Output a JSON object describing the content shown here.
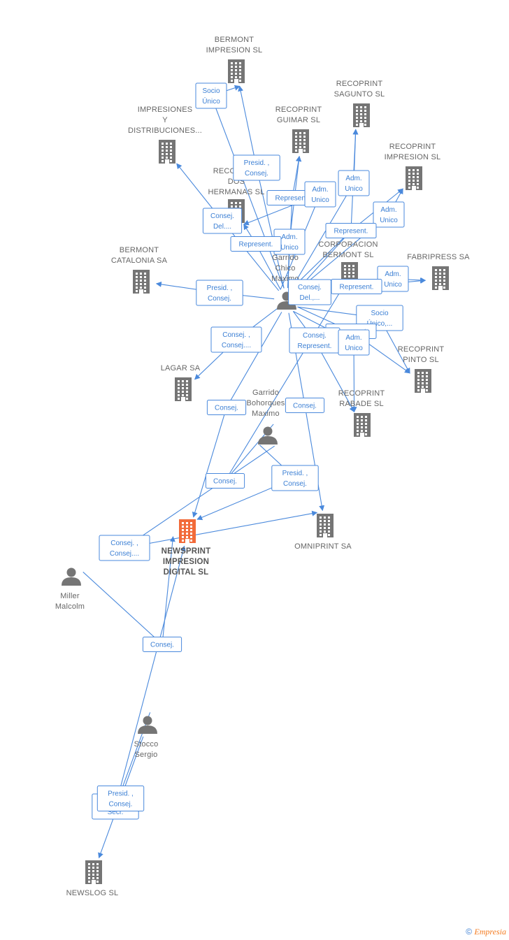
{
  "colors": {
    "edge": "#4a89dc",
    "building": "#757575",
    "building_main": "#f26b3a",
    "person": "#757575",
    "label": "#666666"
  },
  "footer": {
    "copyright": "©",
    "brand_initial": "E",
    "brand_rest": "mpresia"
  },
  "nodes": [
    {
      "id": "bermont_impresion",
      "kind": "company",
      "lines": [
        "BERMONT",
        "IMPRESION SL"
      ]
    },
    {
      "id": "recoprint_sagunto",
      "kind": "company",
      "lines": [
        "RECOPRINT",
        "SAGUNTO SL"
      ]
    },
    {
      "id": "impresiones_dist",
      "kind": "company",
      "lines": [
        "IMPRESIONES",
        "Y",
        "DISTRIBUCIONES..."
      ]
    },
    {
      "id": "recoprint_guimar",
      "kind": "company",
      "lines": [
        "RECOPRINT",
        "GUIMAR SL"
      ]
    },
    {
      "id": "recoprint_impresion",
      "kind": "company",
      "lines": [
        "RECOPRINT",
        "IMPRESION SL"
      ]
    },
    {
      "id": "recoprint_dos",
      "kind": "company",
      "lines": [
        "RECOPRINT",
        "DOS",
        "HERMANAS SL"
      ]
    },
    {
      "id": "bermont_catalonia",
      "kind": "company",
      "lines": [
        "BERMONT",
        "CATALONIA SA"
      ]
    },
    {
      "id": "corporacion_bermont",
      "kind": "company",
      "lines": [
        "CORPORACION",
        "BERMONT SL"
      ]
    },
    {
      "id": "fabripress",
      "kind": "company",
      "lines": [
        "FABRIPRESS SA"
      ]
    },
    {
      "id": "recoprint_pinto",
      "kind": "company",
      "lines": [
        "RECOPRINT",
        "PINTO SL"
      ]
    },
    {
      "id": "lagar",
      "kind": "company",
      "lines": [
        "LAGAR SA"
      ]
    },
    {
      "id": "recoprint_rabade",
      "kind": "company",
      "lines": [
        "RECOPRINT",
        "RABADE SL"
      ]
    },
    {
      "id": "omniprint",
      "kind": "company",
      "lines": [
        "OMNIPRINT SA"
      ]
    },
    {
      "id": "newsprint",
      "kind": "main",
      "lines": [
        "NEWSPRINT",
        "IMPRESION",
        "DIGITAL SL"
      ]
    },
    {
      "id": "newslog",
      "kind": "company",
      "lines": [
        "NEWSLOG SL"
      ]
    },
    {
      "id": "garrido_chico",
      "kind": "person",
      "lines": [
        "Garrido",
        "Chico",
        "Maximo"
      ]
    },
    {
      "id": "garrido_bohorques",
      "kind": "person",
      "lines": [
        "Garrido",
        "Bohorques",
        "Maximo"
      ]
    },
    {
      "id": "miller",
      "kind": "person",
      "lines": [
        "Miller",
        "Malcolm"
      ]
    },
    {
      "id": "stocco",
      "kind": "person",
      "lines": [
        "Stocco",
        "Sergio"
      ]
    }
  ],
  "edges": [
    {
      "from": "garrido_chico",
      "to": "bermont_impresion",
      "label": [
        "Presid. ,",
        "Consej."
      ]
    },
    {
      "from": "garrido_chico",
      "to": "bermont_impresion",
      "label": [
        "Socio",
        "Único"
      ]
    },
    {
      "from": "garrido_chico",
      "to": "impresiones_dist",
      "label": [
        "Consej.",
        "Del...."
      ]
    },
    {
      "from": "garrido_chico",
      "to": "recoprint_guimar",
      "label": [
        "Represent."
      ]
    },
    {
      "from": "garrido_chico",
      "to": "recoprint_guimar",
      "label": [
        "Adm.",
        "Unico"
      ]
    },
    {
      "from": "garrido_chico",
      "to": "recoprint_sagunto",
      "label": [
        "Adm.",
        "Unico"
      ]
    },
    {
      "from": "garrido_chico",
      "to": "recoprint_sagunto",
      "label": [
        "Represent."
      ]
    },
    {
      "from": "garrido_chico",
      "to": "recoprint_impresion",
      "label": [
        "Adm.",
        "Unico"
      ]
    },
    {
      "from": "garrido_chico",
      "to": "recoprint_impresion",
      "label": [
        "Represent."
      ]
    },
    {
      "from": "garrido_chico",
      "to": "recoprint_dos",
      "label": [
        "Represent."
      ]
    },
    {
      "from": "garrido_chico",
      "to": "recoprint_dos",
      "label": [
        "Adm.",
        "Unico"
      ]
    },
    {
      "from": "garrido_chico",
      "to": "bermont_catalonia",
      "label": [
        "Presid. ,",
        "Consej."
      ]
    },
    {
      "from": "garrido_chico",
      "to": "corporacion_bermont",
      "label": [
        "Consej.",
        "Del.,..."
      ]
    },
    {
      "from": "garrido_chico",
      "to": "fabripress",
      "label": [
        "Adm.",
        "Unico"
      ]
    },
    {
      "from": "garrido_chico",
      "to": "fabripress",
      "label": [
        "Represent."
      ]
    },
    {
      "from": "garrido_chico",
      "to": "recoprint_pinto",
      "label": [
        "Socio",
        "Único,..."
      ]
    },
    {
      "from": "garrido_chico",
      "to": "recoprint_pinto",
      "label": [
        "Represent."
      ]
    },
    {
      "from": "garrido_chico",
      "to": "lagar",
      "label": [
        "Consej. ,",
        "Consej...."
      ]
    },
    {
      "from": "garrido_chico",
      "to": "recoprint_rabade",
      "label": [
        "Consej.",
        "Represent."
      ]
    },
    {
      "from": "garrido_chico",
      "to": "recoprint_rabade",
      "label": [
        "Adm.",
        "Unico"
      ]
    },
    {
      "from": "garrido_chico",
      "to": "omniprint",
      "label": [
        "Consej."
      ]
    },
    {
      "from": "garrido_chico",
      "to": "newsprint",
      "label": [
        "Consej."
      ]
    },
    {
      "from": "garrido_bohorques",
      "to": "corporacion_bermont",
      "label": [
        "Consej."
      ]
    },
    {
      "from": "garrido_bohorques",
      "to": "newsprint",
      "label": [
        "Presid. ,",
        "Consej."
      ]
    },
    {
      "from": "garrido_bohorques",
      "to": "omniprint",
      "label": [
        "Consej. ,",
        "Consej...."
      ]
    },
    {
      "from": "miller",
      "to": "newsprint",
      "label": [
        "Consej."
      ]
    },
    {
      "from": "stocco",
      "to": "newsprint",
      "label": [
        "Consej. ,",
        "Secr."
      ]
    },
    {
      "from": "stocco",
      "to": "newslog",
      "label": [
        "Presid. ,",
        "Consej."
      ]
    }
  ]
}
